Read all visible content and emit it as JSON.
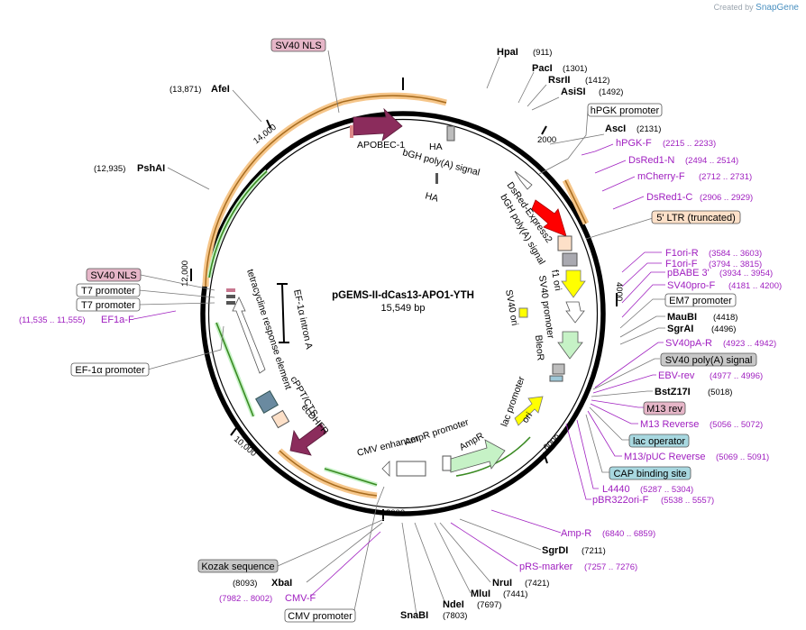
{
  "header": {
    "created_by": "Created by",
    "brand": "SnapGene"
  },
  "plasmid": {
    "name": "pGEMS-II-dCas13-APO1-YTH",
    "size": "15,549 bp"
  },
  "ticks": [
    "2000",
    "4000",
    "6000",
    "8000",
    "10,000",
    "12,000",
    "14,000"
  ],
  "features": {
    "apobec": "APOBEC-1",
    "ha1": "HA",
    "bgh1": "bGH poly(A) signal",
    "ha2": "HA",
    "dsred": "DsRed-Express2",
    "bgh2": "bGH poly(A) signal",
    "f1ori": "f1 ori",
    "sv40ori": "SV40 ori",
    "sv40prom": "SV40 promoter",
    "bleor": "BleoR",
    "lacprom": "lac promoter",
    "ori": "ori",
    "ampr": "AmpR",
    "amprprom": "AmpR promoter",
    "cmvenh": "CMV enhancer",
    "ecdhfr": "ecDHFR",
    "cppt": "cPPT/CTS",
    "tre": "tetracycline response element",
    "ef1": "EF-1α intron A"
  },
  "labels": {
    "sv40nls_top": "SV40 NLS",
    "hpai": "HpaI",
    "hpai_n": "(911)",
    "paci": "PacI",
    "paci_n": "(1301)",
    "rsrii": "RsrII",
    "rsrii_n": "(1412)",
    "asisi": "AsiSI",
    "asisi_n": "(1492)",
    "hpgk_prom": "hPGK promoter",
    "asci": "AscI",
    "asci_n": "(2131)",
    "hpgkf": "hPGK-F",
    "hpgkf_n": "(2215 .. 2233)",
    "dsred1n": "DsRed1-N",
    "dsred1n_n": "(2494 .. 2514)",
    "mcherryf": "mCherry-F",
    "mcherryf_n": "(2712 .. 2731)",
    "dsred1c": "DsRed1-C",
    "dsred1c_n": "(2906 .. 2929)",
    "ltr": "5' LTR (truncated)",
    "f1orir": "F1ori-R",
    "f1orir_n": "(3584 .. 3603)",
    "f1orif": "F1ori-F",
    "f1orif_n": "(3794 .. 3815)",
    "pbabe": "pBABE 3'",
    "pbabe_n": "(3934 .. 3954)",
    "sv40prof": "SV40pro-F",
    "sv40prof_n": "(4181 .. 4200)",
    "em7": "EM7 promoter",
    "maubi": "MauBI",
    "maubi_n": "(4418)",
    "sgrai": "SgrAI",
    "sgrai_n": "(4496)",
    "sv40par": "SV40pA-R",
    "sv40par_n": "(4923 .. 4942)",
    "sv40polya": "SV40 poly(A) signal",
    "ebvrev": "EBV-rev",
    "ebvrev_n": "(4977 .. 4996)",
    "bstz17i": "BstZ17I",
    "bstz17i_n": "(5018)",
    "m13rev": "M13 rev",
    "m13reverse": "M13 Reverse",
    "m13reverse_n": "(5056 .. 5072)",
    "lacop": "lac operator",
    "m13puc": "M13/pUC Reverse",
    "m13puc_n": "(5069 .. 5091)",
    "cap": "CAP binding site",
    "l4440": "L4440",
    "l4440_n": "(5287 .. 5304)",
    "pbr322": "pBR322ori-F",
    "pbr322_n": "(5538 .. 5557)",
    "ampr_primer": "Amp-R",
    "ampr_primer_n": "(6840 .. 6859)",
    "sgrdi": "SgrDI",
    "sgrdi_n": "(7211)",
    "prs": "pRS-marker",
    "prs_n": "(7257 .. 7276)",
    "nrui": "NruI",
    "nrui_n": "(7421)",
    "mlui": "MluI",
    "mlui_n": "(7441)",
    "ndei": "NdeI",
    "ndei_n": "(7697)",
    "snabi": "SnaBI",
    "snabi_n": "(7803)",
    "cmvprom": "CMV promoter",
    "cmvf": "CMV-F",
    "cmvf_n": "(7982 .. 8002)",
    "xbai": "XbaI",
    "xbai_n": "(8093)",
    "kozak": "Kozak sequence",
    "ef1prom": "EF-1α promoter",
    "ef1af": "EF1a-F",
    "ef1af_n": "(11,535 .. 11,555)",
    "t7a": "T7 promoter",
    "t7b": "T7 promoter",
    "sv40nls_left": "SV40 NLS",
    "pshai": "PshAI",
    "pshai_n": "(12,935)",
    "afei": "AfeI",
    "afei_n": "(13,871)"
  },
  "colors": {
    "apobec": "#8b2c5c",
    "dsred": "#ff0000",
    "yellow": "#ffff00",
    "green_feat": "#c6f2c6",
    "orange_arc": "#f6c68a",
    "ltr_box": "#fde0c8",
    "nls_box": "#e6b6c8",
    "grey_box": "#c8c8c8",
    "cyan_box": "#a8d8e0",
    "primer": "#a020c0"
  }
}
